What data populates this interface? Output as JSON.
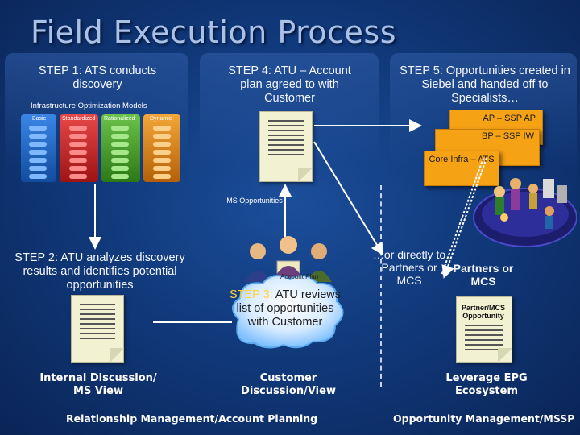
{
  "title": "Field Execution Process",
  "step1": {
    "text": "STEP 1: ATS conducts discovery",
    "io_title": "Infrastructure Optimization Models",
    "io_columns": [
      "Basic",
      "Standardized",
      "Rationalized",
      "Dynamic"
    ]
  },
  "step2": {
    "text": "STEP 2: ATU analyzes discovery results and identifies potential opportunities"
  },
  "step3": {
    "prefix": "STEP 3:",
    "suffix": " ATU reviews list of opportunities with Customer",
    "plan_label": "Account Plan"
  },
  "step4": {
    "text": "STEP 4: ATU – Account plan agreed to with Customer"
  },
  "step5": {
    "text": "STEP 5: Opportunities created in Siebel and handed off to Specialists…"
  },
  "cards": [
    "AP – SSP AP",
    "BP – SSP IW",
    "Core Infra – ATS"
  ],
  "ms_opportunities": "MS Opportunities",
  "or_directly": "…or directly to Partners or MCS",
  "partners": "Partners or MCS",
  "partner_doc": "Partner/MCS Opportunity",
  "captions": {
    "left": "Internal Discussion/ MS View",
    "middle": "Customer Discussion/View",
    "right": "Leverage EPG Ecosystem"
  },
  "footers": {
    "left": "Relationship Management/Account Planning",
    "right": "Opportunity Management/MSSP"
  },
  "colors": {
    "title": "#a9c1e6",
    "highlight": "#ffd23f",
    "card": "#f6a215",
    "io_basic": "#1f6fd1",
    "io_standardized": "#d22525",
    "io_rationalized": "#49a52c",
    "io_dynamic": "#e98b17"
  }
}
